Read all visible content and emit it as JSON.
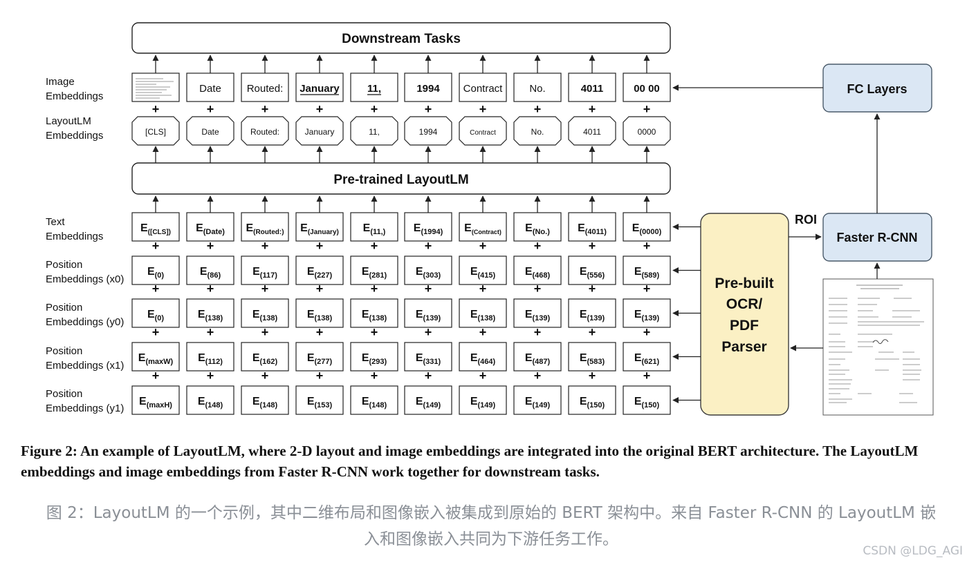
{
  "diagram": {
    "top_box": "Downstream Tasks",
    "mid_box": "Pre-trained LayoutLM",
    "row_labels": {
      "image": [
        "Image",
        "Embeddings"
      ],
      "layout": [
        "LayoutLM",
        "Embeddings"
      ],
      "text": [
        "Text",
        "Embeddings"
      ],
      "x0": [
        "Position",
        "Embeddings (x0)"
      ],
      "y0": [
        "Position",
        "Embeddings (y0)"
      ],
      "x1": [
        "Position",
        "Embeddings (x1)"
      ],
      "y1": [
        "Position",
        "Embeddings (y1)"
      ]
    },
    "image_tokens": [
      "Date",
      "Routed:",
      "January",
      "11,",
      "1994",
      "Contract",
      "No.",
      "4011",
      "00 00"
    ],
    "layout_tokens": [
      "[CLS]",
      "Date",
      "Routed:",
      "January",
      "11,",
      "1994",
      "Contract",
      "No.",
      "4011",
      "0000"
    ],
    "text_subs": [
      "([CLS])",
      "(Date)",
      "(Routed:)",
      "(January)",
      "(11,)",
      "(1994)",
      "(Contract)",
      "(No.)",
      "(4011)",
      "(0000)"
    ],
    "x0_subs": [
      "(0)",
      "(86)",
      "(117)",
      "(227)",
      "(281)",
      "(303)",
      "(415)",
      "(468)",
      "(556)",
      "(589)"
    ],
    "y0_subs": [
      "(0)",
      "(138)",
      "(138)",
      "(138)",
      "(138)",
      "(139)",
      "(138)",
      "(139)",
      "(139)",
      "(139)"
    ],
    "x1_subs": [
      "(maxW)",
      "(112)",
      "(162)",
      "(277)",
      "(293)",
      "(331)",
      "(464)",
      "(487)",
      "(583)",
      "(621)"
    ],
    "y1_subs": [
      "(maxH)",
      "(148)",
      "(148)",
      "(153)",
      "(148)",
      "(149)",
      "(149)",
      "(149)",
      "(150)",
      "(150)"
    ],
    "embedding_letter": "E",
    "plus": "+",
    "fc_box": "FC Layers",
    "rcnn_box": "Faster R-CNN",
    "ocr_box": [
      "Pre-built",
      "OCR/",
      "PDF",
      "Parser"
    ],
    "roi_label": "ROI"
  },
  "caption_en": "Figure 2: An example of LayoutLM, where 2-D layout and image embeddings are integrated into the original BERT architecture. The LayoutLM embeddings and image embeddings from Faster R-CNN work together for downstream tasks.",
  "caption_zh": "图 2：LayoutLM 的一个示例，其中二维布局和图像嵌入被集成到原始的 BERT 架构中。来自 Faster R-CNN 的 LayoutLM 嵌入和图像嵌入共同为下游任务工作。",
  "watermark": "CSDN @LDG_AGI",
  "colors": {
    "fc_fill": "#dbe7f4",
    "fc_stroke": "#4a5a6a",
    "ocr_fill": "#fbf0c4",
    "ocr_stroke": "#3c3c3c",
    "line": "#222222"
  }
}
